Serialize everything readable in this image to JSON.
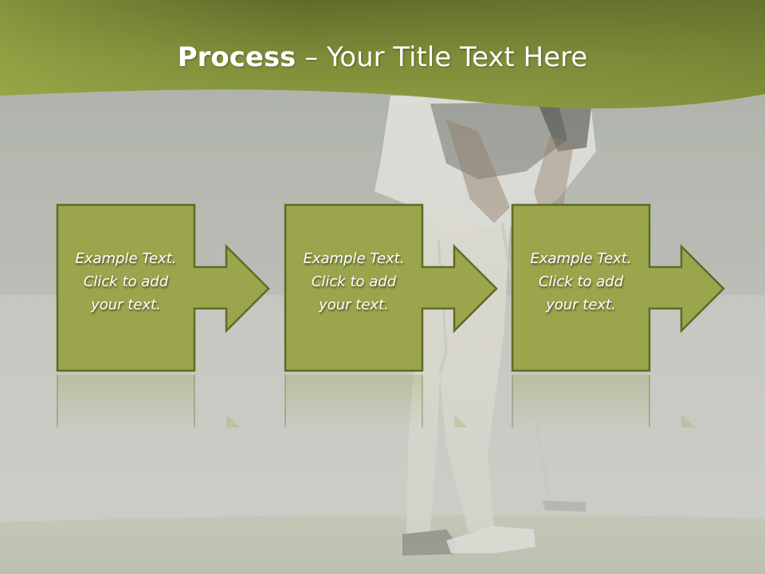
{
  "title": {
    "bold": "Process",
    "rest": " – Your Title Text Here"
  },
  "colors": {
    "header": "#8a9a40",
    "box_fill": "#9aa54c",
    "box_border": "#5e6b26",
    "text": "#ffffff"
  },
  "steps": [
    {
      "lines": [
        "Example Text.",
        "Click  to add",
        "your text."
      ]
    },
    {
      "lines": [
        "Example Text.",
        "Click  to add",
        "your text."
      ]
    },
    {
      "lines": [
        "Example Text.",
        "Click  to add",
        "your text."
      ]
    }
  ]
}
